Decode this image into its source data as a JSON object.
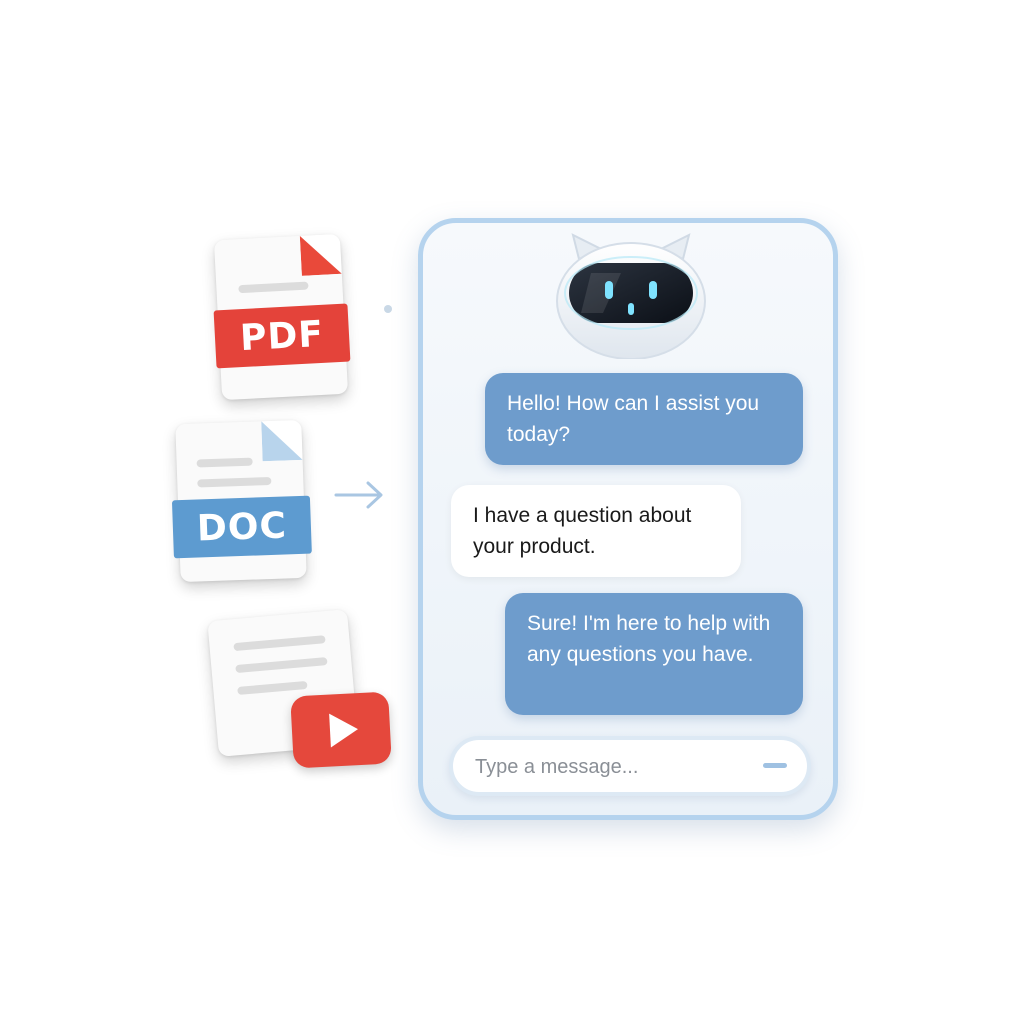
{
  "files": {
    "pdf": {
      "label": "PDF",
      "color": "#e4433a"
    },
    "doc": {
      "label": "DOC",
      "color": "#5d9bd0"
    },
    "video": {
      "icon": "play-icon",
      "color": "#e5483c"
    }
  },
  "chat": {
    "assistant_avatar": "robot-icon",
    "messages": [
      {
        "sender": "bot",
        "text": "Hello! How can I assist you today?"
      },
      {
        "sender": "user",
        "text": "I have a question about your product."
      },
      {
        "sender": "bot",
        "text": "Sure! I'm here to help with any questions you have."
      }
    ],
    "input": {
      "placeholder": "Type a message...",
      "value": ""
    },
    "send_icon": "send-icon"
  },
  "colors": {
    "bot_bubble": "#6e9ccc",
    "user_bubble": "#ffffff",
    "window_border": "#b5d3ee"
  }
}
